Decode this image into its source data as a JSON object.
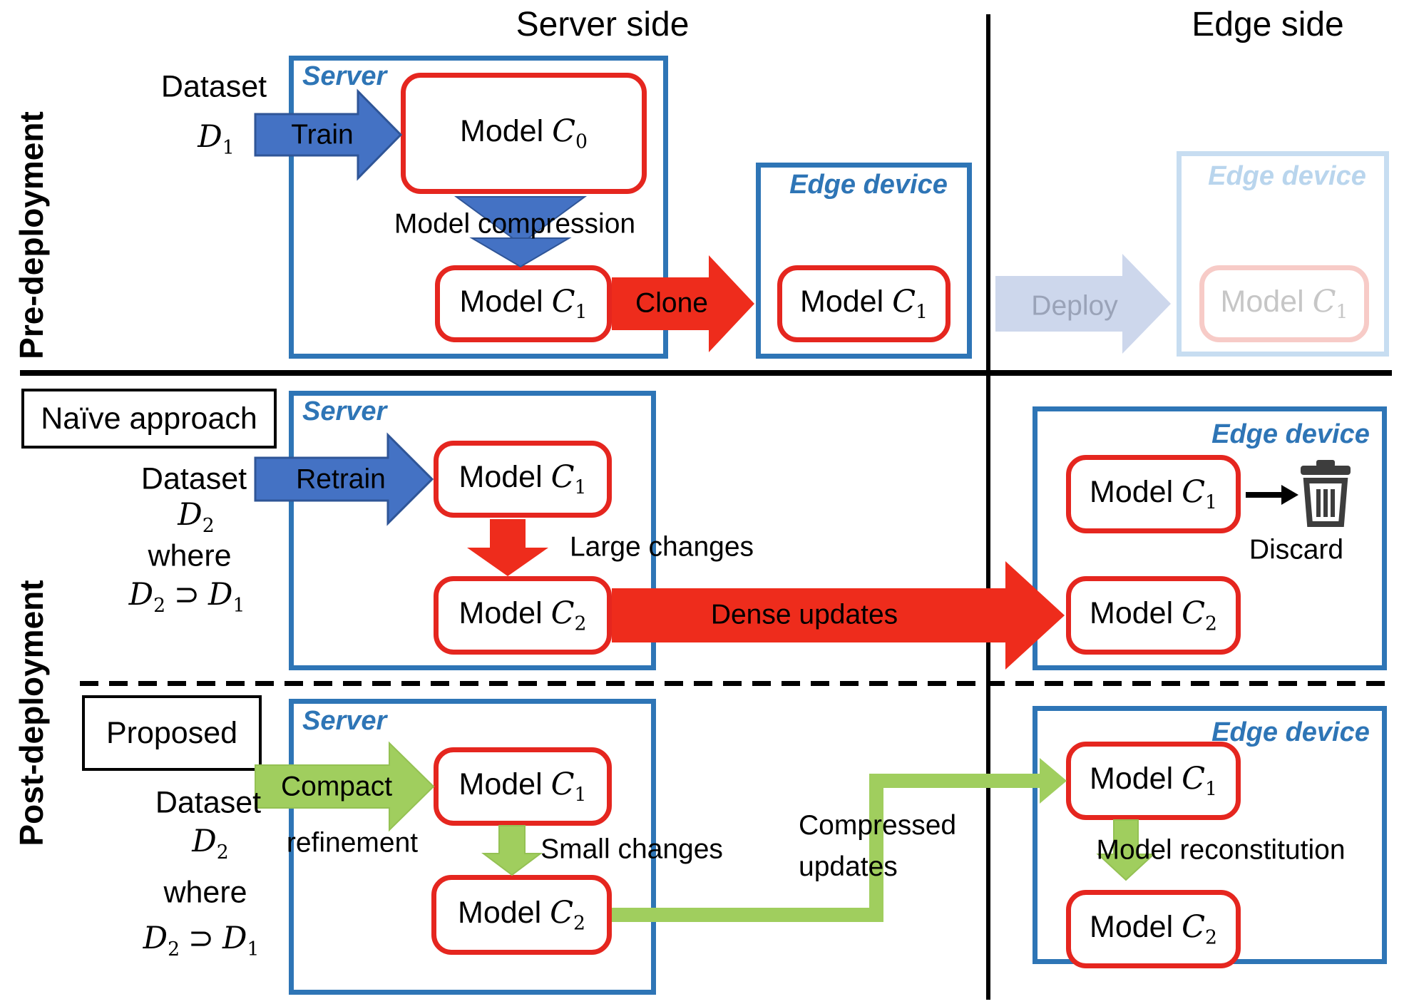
{
  "titles": {
    "server_side": "Server side",
    "edge_side": "Edge side"
  },
  "phase_labels": {
    "pre": "Pre-deployment",
    "post": "Post-deployment"
  },
  "colors": {
    "box_blue": "#2E75B6",
    "box_red": "#E5261F",
    "arrow_blue": "#4472C4",
    "arrow_red": "#EE2C1C",
    "arrow_green": "#A0CE5E",
    "faded_arrow": "#CDD7EC",
    "faded_text": "#9AA3B8",
    "divider": "#000000"
  },
  "icons": {
    "trash": "trash-icon"
  },
  "pre": {
    "dataset_word": "Dataset",
    "dataset_var": "D",
    "dataset_sub": "1",
    "server_label": "Server",
    "train_label": "Train",
    "model_c0": {
      "word": "Model",
      "var": "C",
      "sub": "0"
    },
    "compression_label": "Model compression",
    "model_c1_server": {
      "word": "Model",
      "var": "C",
      "sub": "1"
    },
    "clone_label": "Clone",
    "edge_label": "Edge device",
    "model_c1_edge": {
      "word": "Model",
      "var": "C",
      "sub": "1"
    },
    "deploy_label": "Deploy",
    "faded_edge_label": "Edge device",
    "faded_model_c1": {
      "word": "Model",
      "var": "C",
      "sub": "1"
    }
  },
  "naive": {
    "approach_label": "Naïve approach",
    "dataset_word": "Dataset",
    "dataset_var": "D",
    "dataset_sub": "2",
    "where_word": "where",
    "cond": {
      "v1": "D",
      "s1": "2",
      "op": "⊃",
      "v2": "D",
      "s2": "1"
    },
    "server_label": "Server",
    "retrain_label": "Retrain",
    "model_c1_server": {
      "word": "Model",
      "var": "C",
      "sub": "1"
    },
    "large_changes_label": "Large changes",
    "model_c2_server": {
      "word": "Model",
      "var": "C",
      "sub": "2"
    },
    "dense_updates_label": "Dense updates",
    "edge_label": "Edge device",
    "model_c1_edge": {
      "word": "Model",
      "var": "C",
      "sub": "1"
    },
    "discard_label": "Discard",
    "model_c2_edge": {
      "word": "Model",
      "var": "C",
      "sub": "2"
    }
  },
  "proposed": {
    "approach_label": "Proposed",
    "dataset_word": "Dataset",
    "dataset_var": "D",
    "dataset_sub": "2",
    "where_word": "where",
    "cond": {
      "v1": "D",
      "s1": "2",
      "op": "⊃",
      "v2": "D",
      "s2": "1"
    },
    "server_label": "Server",
    "compact_label": "Compact",
    "refinement_label": "refinement",
    "model_c1_server": {
      "word": "Model",
      "var": "C",
      "sub": "1"
    },
    "small_changes_label": "Small changes",
    "model_c2_server": {
      "word": "Model",
      "var": "C",
      "sub": "2"
    },
    "compressed_label": "Compressed",
    "updates_label": "updates",
    "edge_label": "Edge device",
    "model_c1_edge": {
      "word": "Model",
      "var": "C",
      "sub": "1"
    },
    "reconstitution_label": "Model reconstitution",
    "model_c2_edge": {
      "word": "Model",
      "var": "C",
      "sub": "2"
    }
  }
}
